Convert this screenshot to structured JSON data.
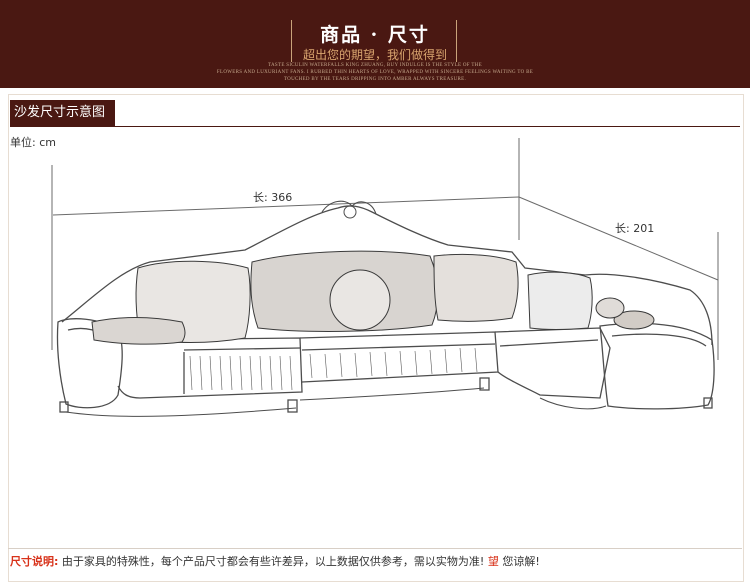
{
  "header": {
    "title": "商品 · 尺寸",
    "subtitle": "超出您的期望，我们做得到",
    "small_text": [
      "TASTE SICULIN WATERFALLS KING ZHUANG, BUY INDULGE IS THE STYLE OF THE",
      "FLOWERS AND LUXURIANT FANS. I RUBBED THIN HEARTS OF LOVE, WRAPPED WITH SINCERE FEELINGS WAITING TO BE",
      "TOUCHED BY THE TEARS DRIPPING INTO AMBER ALWAYS TREASURE."
    ]
  },
  "section": {
    "label": "沙发尺寸示意图",
    "unit": "单位: cm"
  },
  "dimensions": {
    "length_main": "长: 366",
    "length_side": "长: 201"
  },
  "footer": {
    "label": "尺寸说明:",
    "text": "由于家具的特殊性，每个产品尺寸都会有些许差异，以上数据仅供参考，需以实物为准!",
    "highlight": "望",
    "end": "您谅解!"
  },
  "colors": {
    "banner": "#4a1812",
    "accent_gold": "#d9a56f",
    "footer_red": "#d8321a"
  }
}
